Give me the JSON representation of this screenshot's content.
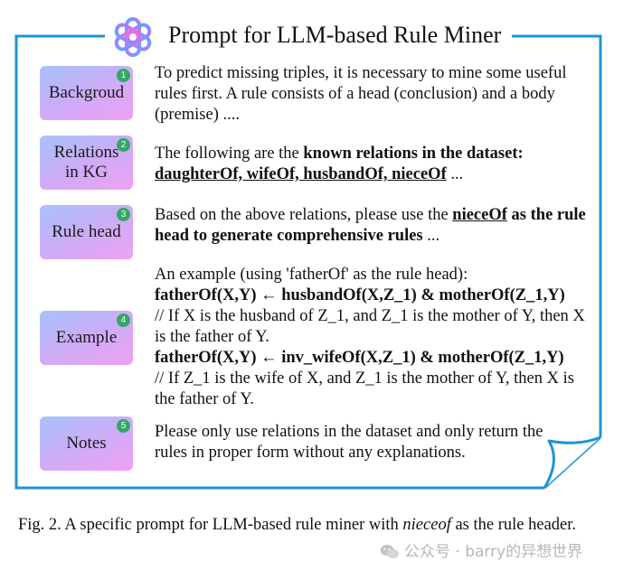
{
  "panel": {
    "title": "Prompt for LLM-based Rule Miner",
    "logo_icon": "openai-knot-icon",
    "frame_color": "#1d94d3"
  },
  "sections": [
    {
      "number": "1",
      "label_lines": [
        "Backgroud"
      ],
      "text": {
        "t1": "To predict missing triples, it is necessary to mine some useful rules first. A rule consists of a head (conclusion) and a body (premise) ...."
      }
    },
    {
      "number": "2",
      "label_lines": [
        "Relations",
        "in KG"
      ],
      "text": {
        "t1": "The following are the ",
        "t2": "known relations in the dataset:",
        "t3": "daughterOf, wifeOf, husbandOf, nieceOf",
        "t4": " ..."
      }
    },
    {
      "number": "3",
      "label_lines": [
        "Rule head"
      ],
      "text": {
        "t1": "Based on the above relations, please use the ",
        "t2": "nieceOf",
        "t3": "  as the rule head to generate comprehensive rules",
        "t4": " ..."
      }
    },
    {
      "number": "4",
      "label_lines": [
        "Example"
      ],
      "text": {
        "t1": "An example (using 'fatherOf' as the rule head):",
        "t2": "fatherOf(X,Y) ← husbandOf(X,Z_1) & motherOf(Z_1,Y)",
        "t3": "// If X is the husband of Z_1, and Z_1 is the mother of Y, then X is the father of Y.",
        "t4": "fatherOf(X,Y) ← inv_wifeOf(X,Z_1) & motherOf(Z_1,Y)",
        "t5": "// If Z_1 is the wife of X, and Z_1 is the mother of Y, then X is the father of Y."
      }
    },
    {
      "number": "5",
      "label_lines": [
        "Notes"
      ],
      "text": {
        "t1": "Please only use relations in the dataset and only return the rules in proper form without any explanations."
      }
    }
  ],
  "caption": {
    "prefix": "Fig. 2.  A specific prompt for LLM-based rule miner with ",
    "italic": "nieceof",
    "suffix": " as the rule header."
  },
  "watermark": {
    "icon": "wechat-icon",
    "text": "公众号 · barry的异想世界"
  }
}
